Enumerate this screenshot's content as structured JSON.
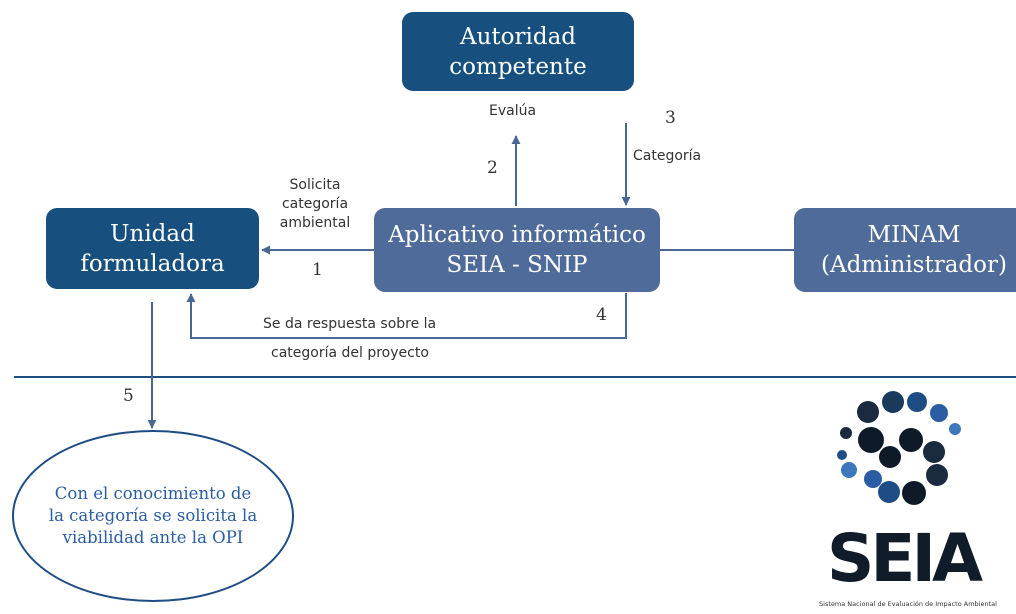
{
  "nodes": {
    "autoridad": [
      "Autoridad",
      "competente"
    ],
    "unidad": [
      "Unidad",
      "formuladora"
    ],
    "aplicativo": [
      "Aplicativo informático",
      "SEIA - SNIP"
    ],
    "minam": [
      "MINAM",
      "(Administrador)"
    ]
  },
  "edges": {
    "solicita": {
      "step": "1",
      "label": "Solicita categoría ambiental"
    },
    "evalua": {
      "step": "2",
      "label": "Evalúa"
    },
    "categoria": {
      "step": "3",
      "label": "Categoría"
    },
    "respuesta": {
      "step": "4",
      "label_line1": "Se da respuesta sobre la",
      "label_line2": "categoría del proyecto"
    },
    "viabilidad": {
      "step": "5"
    }
  },
  "ellipse_text": "Con el conocimiento de la categoría se solicita la viabilidad ante la OPI",
  "logo": {
    "word": "SEIA",
    "subtitle": "Sistema Nacional de Evaluación de Impacto Ambiental"
  },
  "colors": {
    "box_dark": "#17507f",
    "box_mid": "#4f6b9a",
    "connector": "#4a6794",
    "divider": "#1d4f80",
    "ellipse_border": "#1e4d86",
    "ellipse_text": "#2a5da3"
  }
}
